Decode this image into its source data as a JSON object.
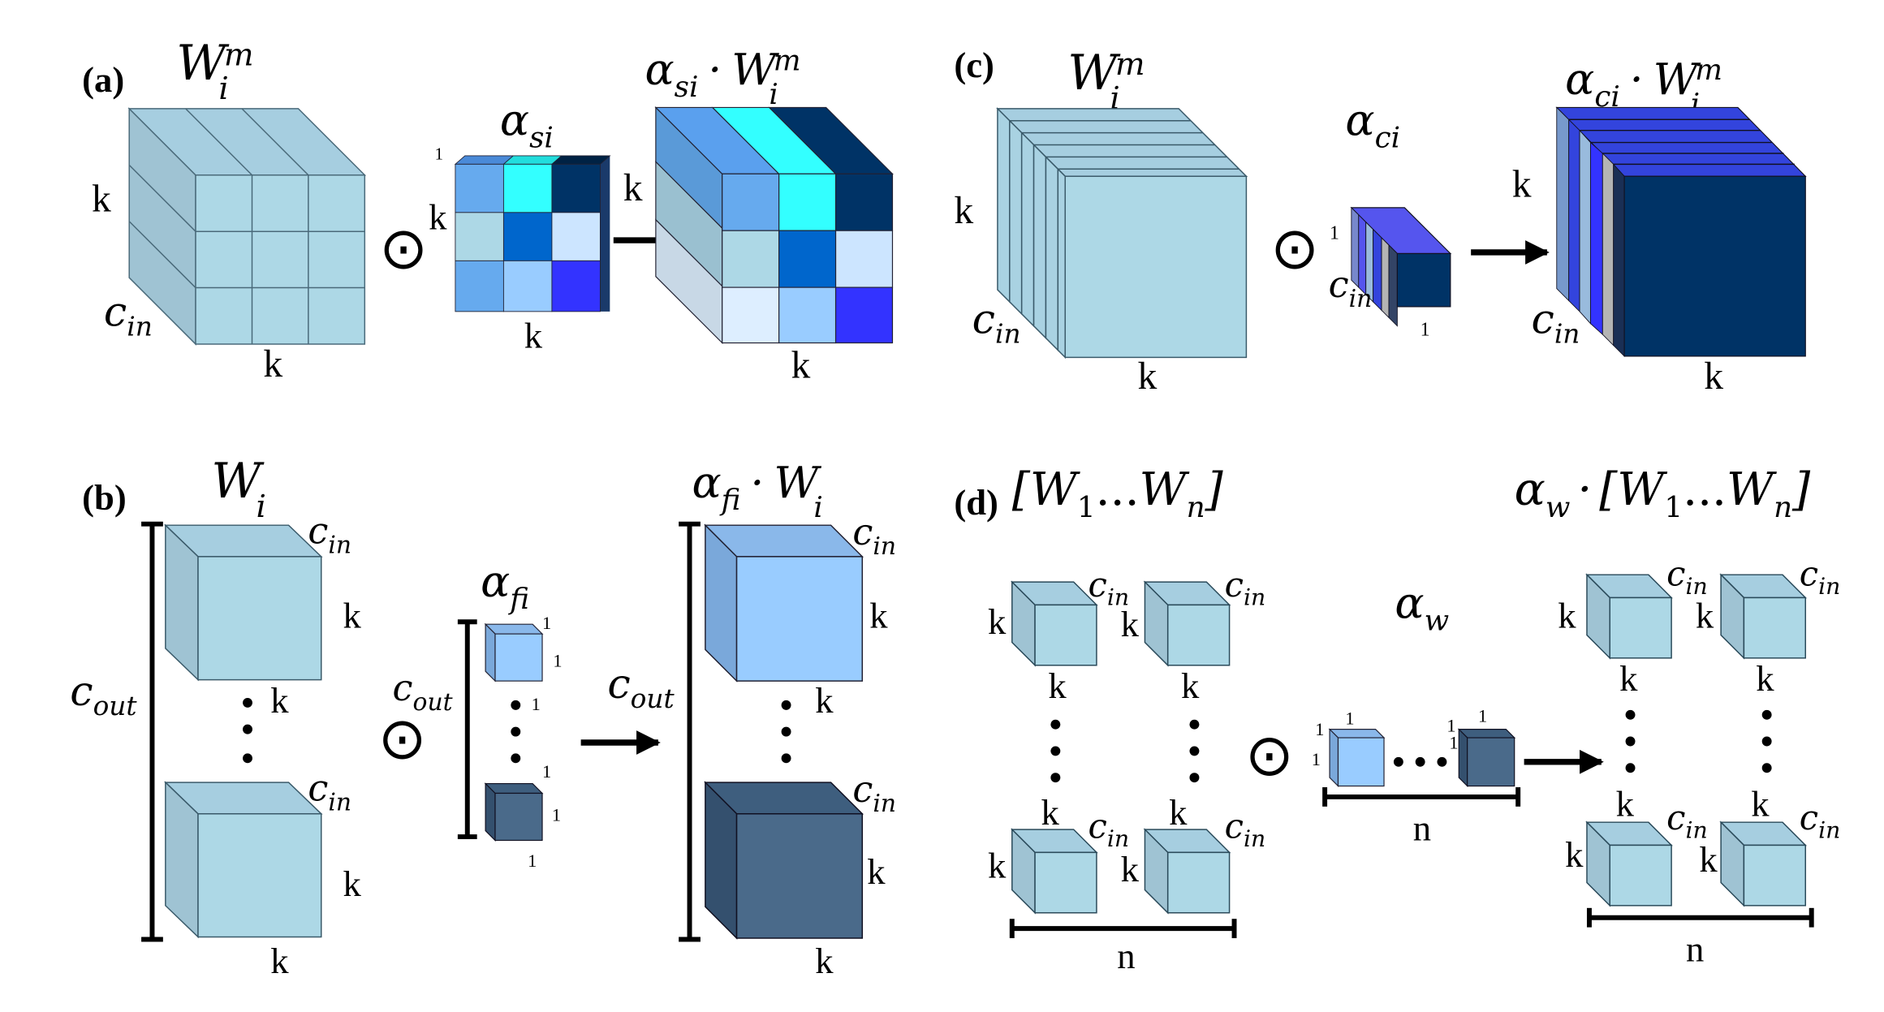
{
  "panels": {
    "a": {
      "tag": "(a)",
      "weight": "W",
      "weight_sub": "i",
      "weight_sup": "m",
      "alpha": "α",
      "alpha_sub": "si",
      "result": "α",
      "result_sub": "si",
      "result_dot": "·",
      "result_w": "W",
      "result_w_sub": "i",
      "result_w_sup": "m",
      "k": "k",
      "cin": "c",
      "cin_sub": "in",
      "one": "1",
      "odot": "⊙"
    },
    "b": {
      "tag": "(b)",
      "weight": "W",
      "weight_sub": "i",
      "alpha": "α",
      "alpha_sub": "fi",
      "result": "α",
      "result_sub": "fi",
      "result_dot": "·",
      "result_w": "W",
      "result_w_sub": "i",
      "k": "k",
      "cin": "c",
      "cin_sub": "in",
      "cout": "c",
      "cout_sub": "out",
      "one": "1",
      "odot": "⊙"
    },
    "c": {
      "tag": "(c)",
      "weight": "W",
      "weight_sub": "i",
      "weight_sup": "m",
      "alpha": "α",
      "alpha_sub": "ci",
      "result": "α",
      "result_sub": "ci",
      "result_dot": "·",
      "result_w": "W",
      "result_w_sub": "i",
      "result_w_sup": "m",
      "k": "k",
      "cin": "c",
      "cin_sub": "in",
      "one": "1",
      "odot": "⊙"
    },
    "d": {
      "tag": "(d)",
      "set_open": "[",
      "set_w1": "W",
      "set_sub1": "1",
      "set_dots": "...",
      "set_wn": "W",
      "set_subn": "n",
      "set_close": "]",
      "alpha": "α",
      "alpha_sub": "w",
      "result": "α",
      "result_sub": "w",
      "result_dot": "·",
      "k": "k",
      "cin": "c",
      "cin_sub": "in",
      "n": "n",
      "one": "1",
      "odot": "⊙"
    }
  },
  "colors": {
    "light_blue": "#add8e6",
    "light_blue_side": "#9fc3d3",
    "light_blue_top": "#a6cee0",
    "mid_blue": "#99ccff",
    "cyan": "#33ffff",
    "navy": "#003366",
    "royal_blue": "#0066cc",
    "bright_blue": "#3333ff",
    "sky_blue": "#66aaee",
    "pale_blue": "#cce5ff",
    "slate_blue": "#4a6a8a",
    "gray": "#b4b4b4",
    "violet": "#5555ee"
  }
}
